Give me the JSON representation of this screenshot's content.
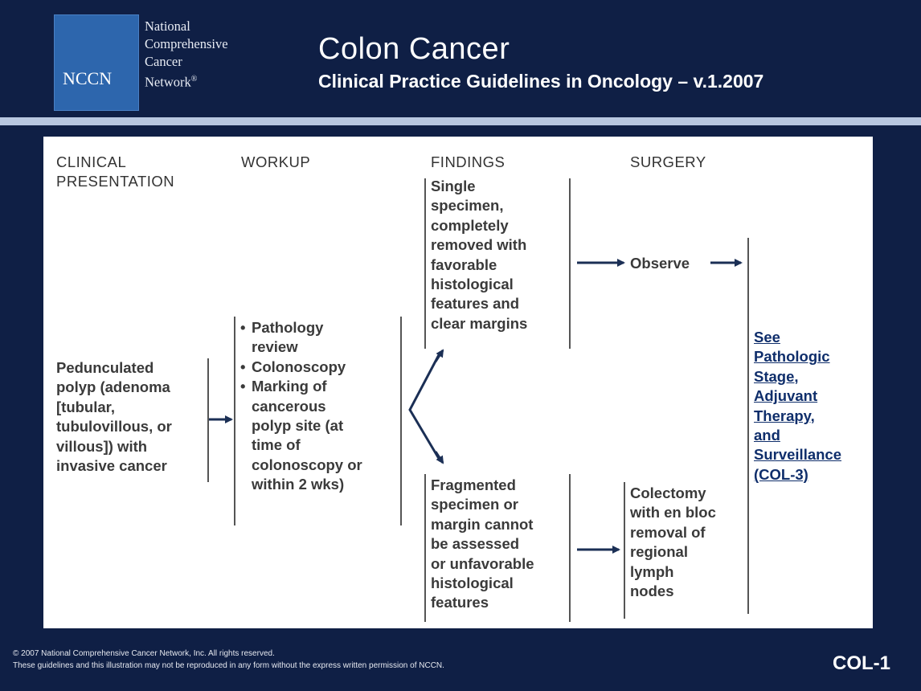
{
  "header": {
    "logo_abbr": "NCCN",
    "logo_name_lines": [
      "National",
      "Comprehensive",
      "Cancer",
      "Network"
    ],
    "logo_registered": "®",
    "title": "Colon Cancer",
    "subtitle": "Clinical Practice Guidelines in Oncology – v.1.2007"
  },
  "columns": {
    "clinical_presentation": [
      "CLINICAL",
      "PRESENTATION"
    ],
    "workup": "WORKUP",
    "findings": "FINDINGS",
    "surgery": "SURGERY"
  },
  "nodes": {
    "presentation": [
      "Pedunculated",
      "polyp (adenoma",
      "[tubular,",
      "tubulovillous, or",
      "villous]) with",
      "invasive cancer"
    ],
    "workup_items": [
      [
        "Pathology",
        "review"
      ],
      [
        "Colonoscopy"
      ],
      [
        "Marking of",
        "cancerous",
        "polyp site (at",
        "time of",
        "colonoscopy or",
        "within 2 wks)"
      ]
    ],
    "finding_favorable": [
      "Single",
      "specimen,",
      "completely",
      "removed with",
      "favorable",
      "histological",
      "features and",
      "clear margins"
    ],
    "finding_unfavorable": [
      "Fragmented",
      "specimen or",
      "margin cannot",
      "be assessed",
      "or unfavorable",
      "histological",
      "features"
    ],
    "observe": "Observe",
    "colectomy": [
      "Colectomy",
      "with en bloc",
      "removal of",
      "regional",
      "lymph",
      "nodes"
    ],
    "see_link": [
      "See",
      "Pathologic",
      "Stage,",
      "Adjuvant",
      "Therapy,",
      "and",
      "Surveillance",
      "(COL-3)"
    ]
  },
  "footer": {
    "copyright_lines": [
      "© 2007 National Comprehensive Cancer Network, Inc. All rights reserved.",
      "These guidelines and this illustration may not be reproduced in any form without the express written permission of NCCN."
    ],
    "page_id": "COL-1"
  },
  "colors": {
    "background": "#0f1f45",
    "stripe": "#b8c7e0",
    "logo_blue": "#2d66ad",
    "arrow": "#1b2f55",
    "link": "#0f2e6b"
  }
}
